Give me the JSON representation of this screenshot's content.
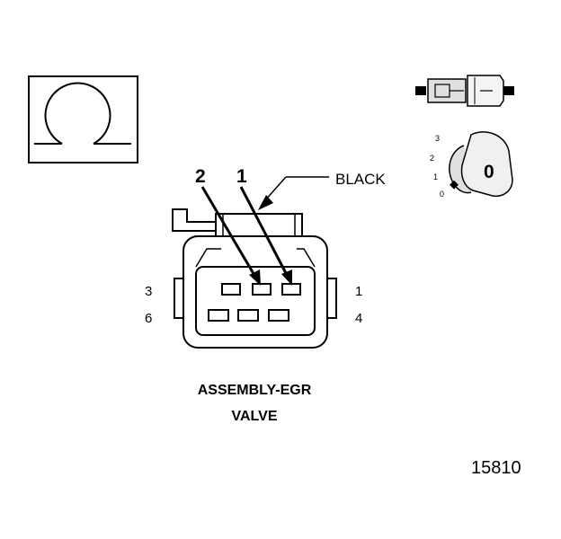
{
  "ohm_symbol": "Ω",
  "key_icon": {
    "char": "0",
    "scale": [
      "3",
      "2",
      "1",
      "0"
    ]
  },
  "wire": {
    "color_label": "BLACK"
  },
  "callouts": [
    "2",
    "1"
  ],
  "pin_numbers": {
    "top_left": "3",
    "bottom_left": "6",
    "top_right": "1",
    "bottom_right": "4"
  },
  "component_title": {
    "line1": "ASSEMBLY-EGR",
    "line2": "VALVE"
  },
  "figure_number": "15810",
  "colors": {
    "ink": "#000000",
    "background": "#ffffff",
    "fill_gray": "#e0e0e0"
  }
}
